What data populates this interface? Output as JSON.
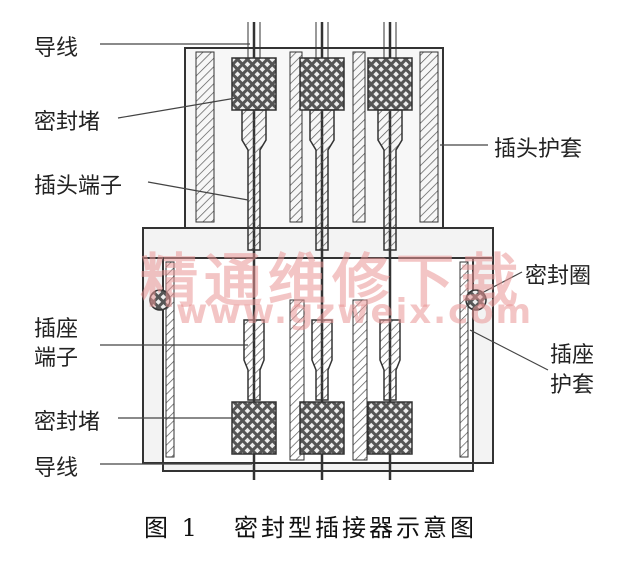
{
  "labels": {
    "lead_wire_top": "导线",
    "seal_plug_top": "密封堵",
    "plug_terminal": "插头端子",
    "plug_sleeve": "插头护套",
    "seal_ring": "密封圈",
    "socket_terminal_line1": "插座",
    "socket_terminal_line2": "端子",
    "socket_sleeve_line1": "插座",
    "socket_sleeve_line2": "护套",
    "seal_plug_bottom": "密封堵",
    "lead_wire_bottom": "导线"
  },
  "watermark": {
    "title": "精通维修下载",
    "url": "www.gzweix.com"
  },
  "caption": {
    "number": "图 1",
    "text": "密封型插接器示意图"
  },
  "colors": {
    "line": "#333333",
    "hatch": "#555555",
    "watermark": "#ea9696"
  }
}
